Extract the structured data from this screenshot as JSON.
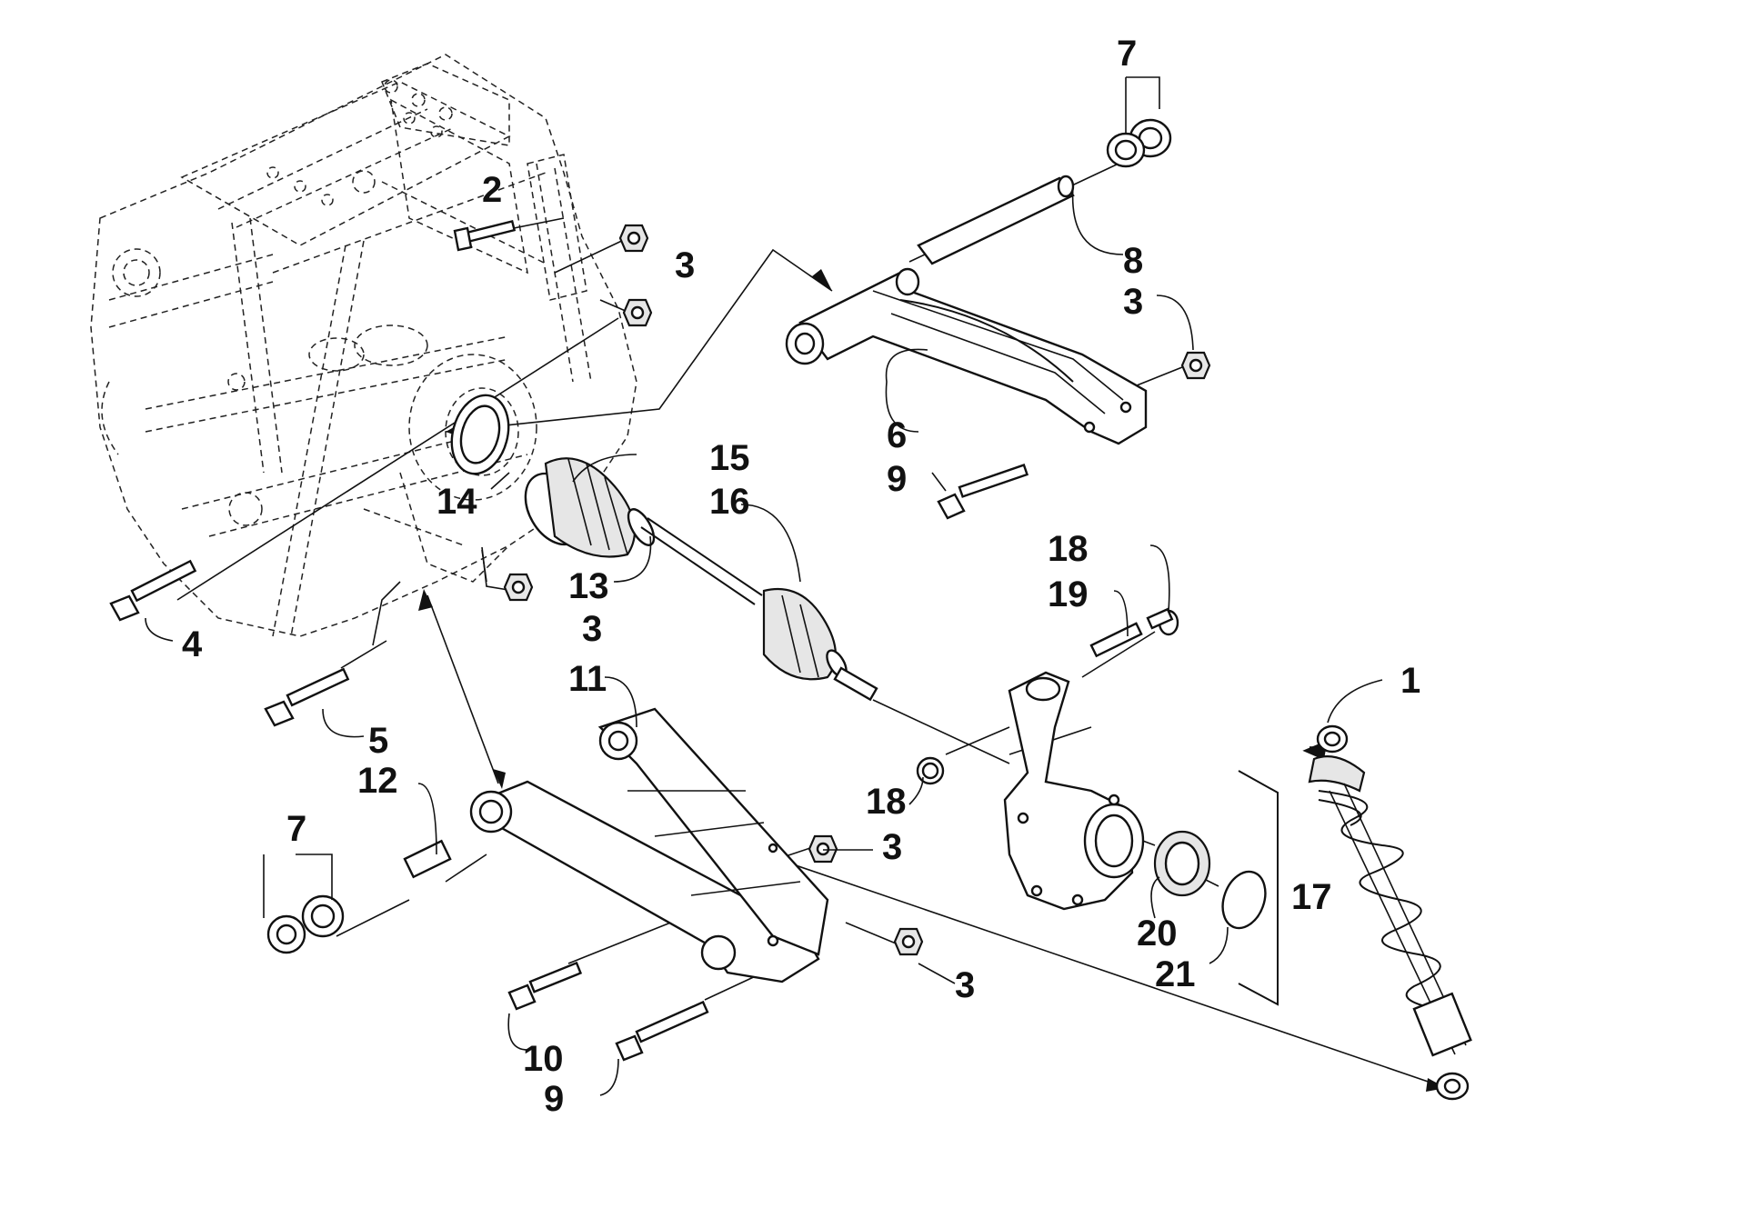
{
  "callouts": [
    {
      "id": "c1",
      "label": "1"
    },
    {
      "id": "c2",
      "label": "2"
    },
    {
      "id": "c3a",
      "label": "3"
    },
    {
      "id": "c3b",
      "label": "3"
    },
    {
      "id": "c3c",
      "label": "3"
    },
    {
      "id": "c3d",
      "label": "3"
    },
    {
      "id": "c3e",
      "label": "3"
    },
    {
      "id": "c4",
      "label": "4"
    },
    {
      "id": "c5",
      "label": "5"
    },
    {
      "id": "c6",
      "label": "6"
    },
    {
      "id": "c7a",
      "label": "7"
    },
    {
      "id": "c7b",
      "label": "7"
    },
    {
      "id": "c8",
      "label": "8"
    },
    {
      "id": "c9a",
      "label": "9"
    },
    {
      "id": "c9b",
      "label": "9"
    },
    {
      "id": "c10",
      "label": "10"
    },
    {
      "id": "c11",
      "label": "11"
    },
    {
      "id": "c12",
      "label": "12"
    },
    {
      "id": "c13",
      "label": "13"
    },
    {
      "id": "c14",
      "label": "14"
    },
    {
      "id": "c15",
      "label": "15"
    },
    {
      "id": "c16",
      "label": "16"
    },
    {
      "id": "c17",
      "label": "17"
    },
    {
      "id": "c18a",
      "label": "18"
    },
    {
      "id": "c18b",
      "label": "18"
    },
    {
      "id": "c19",
      "label": "19"
    },
    {
      "id": "c20",
      "label": "20"
    },
    {
      "id": "c21",
      "label": "21"
    }
  ]
}
